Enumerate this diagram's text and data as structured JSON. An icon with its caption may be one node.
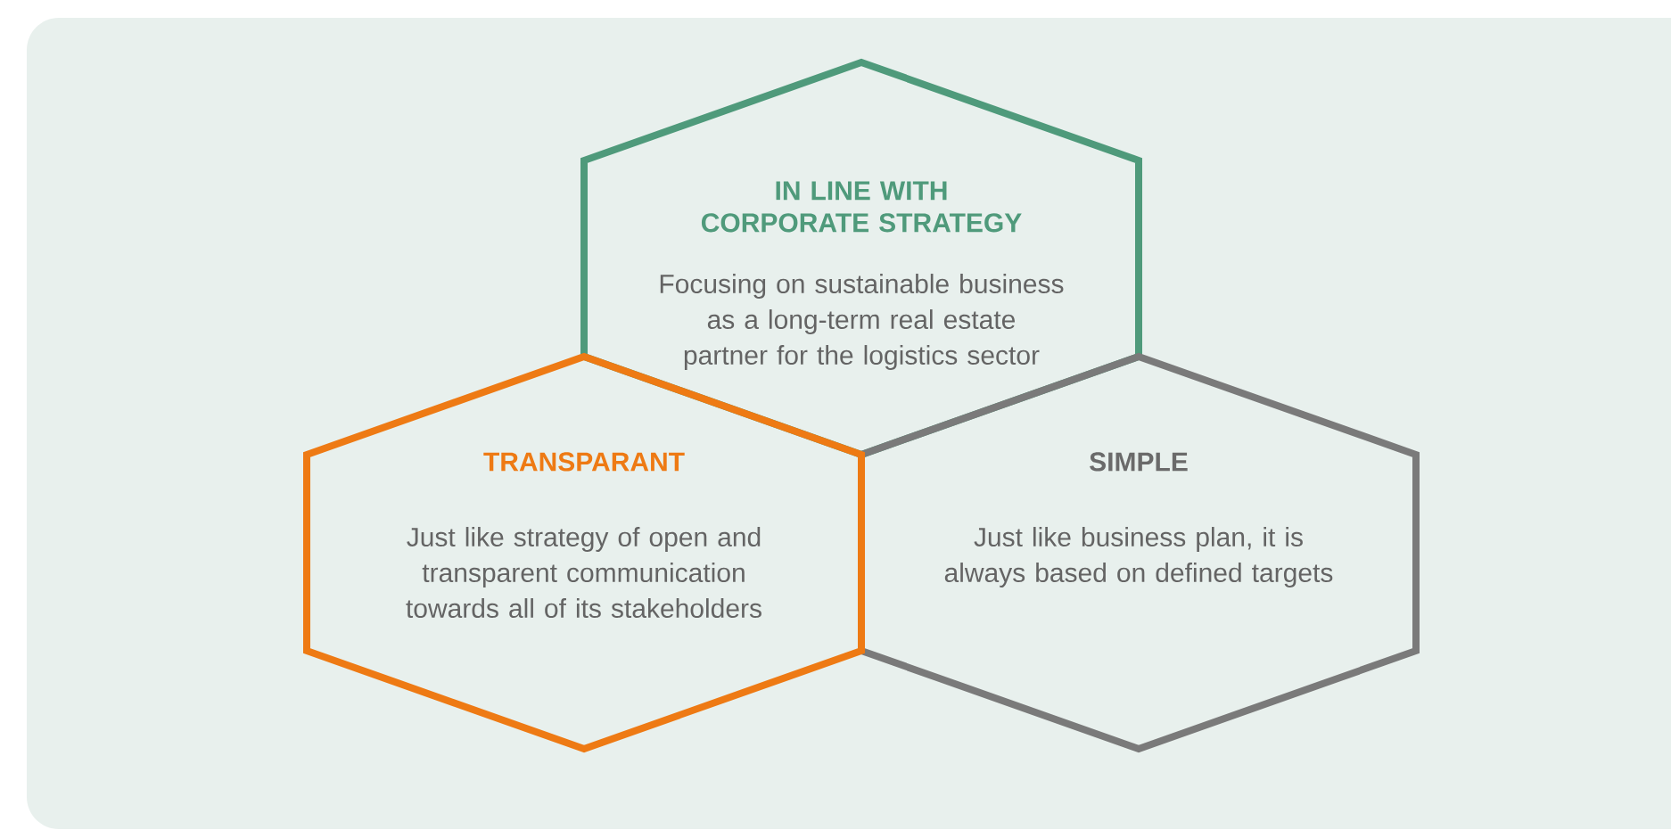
{
  "diagram": {
    "nodes": [
      {
        "text": [
          "IN LINE WITH CORPORATE STRATEGY",
          "Focusing on sustainable business as a long-term real estate partner for the logistics sector"
        ]
      },
      {
        "text": [
          "TRANSPARANT",
          "Just like strategy of open and transparent communication towards all of its stakeholders"
        ]
      },
      {
        "text": [
          "SIMPLE",
          "Just like business plan, it is always based on defined targets"
        ]
      }
    ]
  }
}
